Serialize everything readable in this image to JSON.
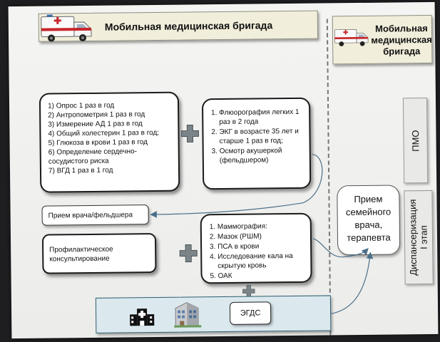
{
  "header": {
    "title": "Мобильная медицинская бригада"
  },
  "side_header": {
    "title_lines": [
      "Мобильная",
      "медицинская",
      "бригада"
    ]
  },
  "box_screening": {
    "items": [
      "1) Опрос 1 раз в год",
      "2) Антропометрия 1 раз в год",
      "3) Измерение АД 1 раз в год",
      "4) Общий холестерин 1 раз в  год;",
      "5) Глюкоза в крови 1 раз в год",
      "6) Определение сердечно-сосудистого риска",
      "7) ВГД 1 раз в 1 год"
    ]
  },
  "box_exams": {
    "items": [
      "Флюорография легких 1 раз в 2 года",
      "ЭКГ в возрасте 35 лет и старше 1 раз в год;",
      "Осмотр акушеркой (фельдшером)"
    ]
  },
  "box_reception": {
    "label": "Прием врача/фельдшера"
  },
  "box_consult": {
    "label": "Профилактическое консультирование"
  },
  "box_tests": {
    "items": [
      "Маммография:",
      "Мазок (РШМ)",
      "ПСА в крови",
      "Исследование кала на скрытую кровь",
      "ОАК"
    ]
  },
  "box_family_doctor": {
    "lines": [
      "Прием",
      "семейного",
      "врача,",
      "терапевта"
    ]
  },
  "label_pmo": {
    "text": "ПМО"
  },
  "label_dispensary": {
    "lines": [
      "Диспансеризация",
      "I этап"
    ]
  },
  "bottom_bar": {
    "egds_label": "ЭГДС"
  },
  "colors": {
    "banner_bg": "#f1eedb",
    "bottom_bar_bg": "#dbe9ee",
    "ambulance_red": "#c8262b",
    "plus_gray": "#7b8488"
  }
}
